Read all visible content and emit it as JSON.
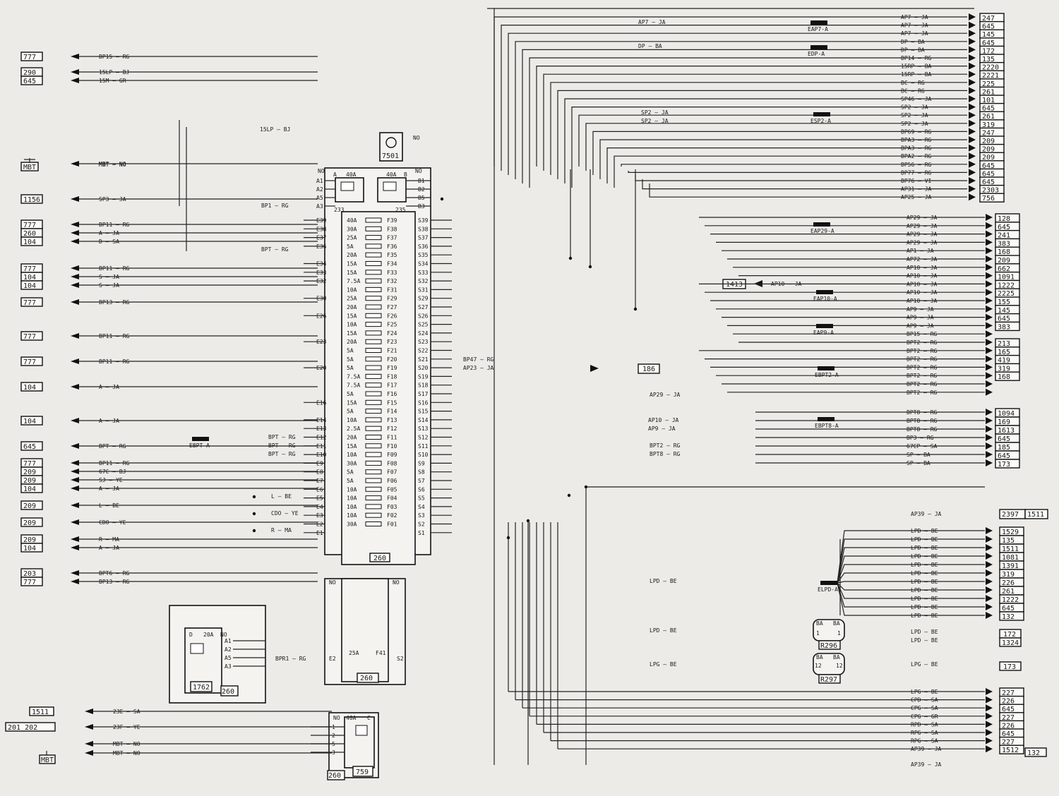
{
  "fusebox": {
    "id": "260",
    "relay_a": {
      "id": "233",
      "rating": "40A"
    },
    "relay_b": {
      "id": "235",
      "rating": "40A"
    },
    "corner_a": "A",
    "corner_b": "B",
    "no": "NO",
    "inputs_top": [
      "A1",
      "A2",
      "A5",
      "A3"
    ],
    "outputs_top": [
      "B1",
      "B2",
      "B5",
      "B3"
    ],
    "fuses": [
      {
        "f": "F39",
        "a": "40A",
        "in": "E39",
        "out": "S39"
      },
      {
        "f": "F38",
        "a": "30A",
        "in": "E38",
        "out": "S38"
      },
      {
        "f": "F37",
        "a": "25A",
        "in": "E37",
        "out": "S37"
      },
      {
        "f": "F36",
        "a": "5A",
        "in": "E36",
        "out": "S36"
      },
      {
        "f": "F35",
        "a": "20A",
        "in": "",
        "out": "S35"
      },
      {
        "f": "F34",
        "a": "15A",
        "in": "E34",
        "out": "S34"
      },
      {
        "f": "F33",
        "a": "15A",
        "in": "E33",
        "out": "S33"
      },
      {
        "f": "F32",
        "a": "7.5A",
        "in": "E32",
        "out": "S32"
      },
      {
        "f": "F31",
        "a": "10A",
        "in": "",
        "out": "S31"
      },
      {
        "f": "F29",
        "a": "25A",
        "in": "E30",
        "out": "S29"
      },
      {
        "f": "F27",
        "a": "20A",
        "in": "",
        "out": "S27"
      },
      {
        "f": "F26",
        "a": "15A",
        "in": "E26",
        "out": "S26"
      },
      {
        "f": "F25",
        "a": "10A",
        "in": "",
        "out": "S25"
      },
      {
        "f": "F24",
        "a": "15A",
        "in": "",
        "out": "S24"
      },
      {
        "f": "F23",
        "a": "20A",
        "in": "E23",
        "out": "S23"
      },
      {
        "f": "F21",
        "a": "5A",
        "in": "",
        "out": "S22"
      },
      {
        "f": "F20",
        "a": "5A",
        "in": "",
        "out": "S21"
      },
      {
        "f": "F19",
        "a": "5A",
        "in": "E20",
        "out": "S20"
      },
      {
        "f": "F18",
        "a": "7.5A",
        "in": "",
        "out": "S19"
      },
      {
        "f": "F17",
        "a": "7.5A",
        "in": "",
        "out": "S18"
      },
      {
        "f": "F16",
        "a": "5A",
        "in": "",
        "out": "S17"
      },
      {
        "f": "F15",
        "a": "15A",
        "in": "E16",
        "out": "S16"
      },
      {
        "f": "F14",
        "a": "5A",
        "in": "",
        "out": "S15"
      },
      {
        "f": "F13",
        "a": "10A",
        "in": "E14",
        "out": "S14"
      },
      {
        "f": "F12",
        "a": "2.5A",
        "in": "E13",
        "out": "S13"
      },
      {
        "f": "F11",
        "a": "20A",
        "in": "E12",
        "out": "S12"
      },
      {
        "f": "F10",
        "a": "15A",
        "in": "E11",
        "out": "S11"
      },
      {
        "f": "F09",
        "a": "10A",
        "in": "E10",
        "out": "S10"
      },
      {
        "f": "F08",
        "a": "30A",
        "in": "E9",
        "out": "S9"
      },
      {
        "f": "F07",
        "a": "5A",
        "in": "E8",
        "out": "S8"
      },
      {
        "f": "F06",
        "a": "5A",
        "in": "E7",
        "out": "S7"
      },
      {
        "f": "F05",
        "a": "10A",
        "in": "E6",
        "out": "S6"
      },
      {
        "f": "F04",
        "a": "10A",
        "in": "E5",
        "out": "S5"
      },
      {
        "f": "F03",
        "a": "10A",
        "in": "E4",
        "out": "S4"
      },
      {
        "f": "F02",
        "a": "10A",
        "in": "E3",
        "out": "S3"
      },
      {
        "f": "F01",
        "a": "30A",
        "in": "E2",
        "out": "S2"
      },
      {
        "f": "",
        "a": "",
        "in": "E1",
        "out": "S1"
      }
    ]
  },
  "left_wires": [
    {
      "tag": "777",
      "sig": "BP15",
      "col": "RG"
    },
    {
      "tag": "290",
      "sig": "15LP",
      "col": "BJ"
    },
    {
      "tag": "645",
      "sig": "15M",
      "col": "GR"
    },
    {
      "tag": "MBT",
      "sig": "MBT",
      "col": "NO"
    },
    {
      "tag": "1156",
      "sig": "SP3",
      "col": "JA"
    },
    {
      "tag": "777",
      "sig": "BP11",
      "col": "RG"
    },
    {
      "tag": "260",
      "sig": "A",
      "col": "JA"
    },
    {
      "tag": "104",
      "sig": "D",
      "col": "SA"
    },
    {
      "tag": "777",
      "sig": "BP11",
      "col": "RG"
    },
    {
      "tag": "104",
      "sig": "S",
      "col": "JA"
    },
    {
      "tag": "104",
      "sig": "S",
      "col": "JA"
    },
    {
      "tag": "777",
      "sig": "BP13",
      "col": "RG"
    },
    {
      "tag": "777",
      "sig": "BP11",
      "col": "RG"
    },
    {
      "tag": "777",
      "sig": "BP11",
      "col": "RG"
    },
    {
      "tag": "104",
      "sig": "A",
      "col": "JA"
    },
    {
      "tag": "104",
      "sig": "A",
      "col": "JA"
    },
    {
      "tag": "645",
      "sig": "BPT",
      "col": "RG"
    },
    {
      "tag": "777",
      "sig": "BP11",
      "col": "RG"
    },
    {
      "tag": "209",
      "sig": "67C",
      "col": "BJ"
    },
    {
      "tag": "209",
      "sig": "SJ",
      "col": "YE"
    },
    {
      "tag": "104",
      "sig": "A",
      "col": "JA"
    },
    {
      "tag": "209",
      "sig": "L",
      "col": "BE"
    },
    {
      "tag": "209",
      "sig": "CDO",
      "col": "YE"
    },
    {
      "tag": "209",
      "sig": "R",
      "col": "MA"
    },
    {
      "tag": "104",
      "sig": "A",
      "col": "JA"
    },
    {
      "tag": "203",
      "sig": "BPT6",
      "col": "RG"
    },
    {
      "tag": "777",
      "sig": "BP13",
      "col": "RG"
    }
  ],
  "splices": [
    "EBPT-A",
    "EAP7-A",
    "EDP-A",
    "ESP2-A",
    "EAP29-A",
    "EAP10-A",
    "EAP9-A",
    "EBPT2-A",
    "EBPT8-A",
    "ELPD-A"
  ],
  "right_top": {
    "signals": [
      "AP7",
      "AP7",
      "AP7",
      "DP",
      "DP",
      "BP14",
      "15RP",
      "15RP",
      "BC",
      "BC",
      "SP46",
      "SP2",
      "SP2",
      "SP2",
      "BP69",
      "BPA3",
      "BPA3",
      "BPA2",
      "BP56",
      "BP77",
      "BP76",
      "AP31",
      "AP25"
    ],
    "colors": [
      "JA",
      "JA",
      "JA",
      "BA",
      "BA",
      "RG",
      "BA",
      "BA",
      "RG",
      "RG",
      "JA",
      "JA",
      "JA",
      "JA",
      "RG",
      "RG",
      "RG",
      "RG",
      "RG",
      "RG",
      "VI",
      "JA",
      "JA"
    ],
    "targets": [
      "247",
      "645",
      "145",
      "645",
      "172",
      "135",
      "2220",
      "2221",
      "225",
      "261",
      "101",
      "645",
      "261",
      "319",
      "247",
      "209",
      "209",
      "209",
      "645",
      "645",
      "645",
      "2303",
      "756"
    ]
  },
  "right_mid": {
    "signals": [
      "AP29",
      "AP29",
      "AP29",
      "AP29",
      "AP1",
      "AP72",
      "AP10",
      "AP10",
      "AP10",
      "AP10",
      "AP10",
      "AP9",
      "AP9",
      "AP9",
      "BP15",
      "BPT2",
      "BPT2",
      "BPT2",
      "BPT2",
      "BPT2",
      "BPT2",
      "BPT2"
    ],
    "colors": [
      "JA",
      "JA",
      "JA",
      "JA",
      "JA",
      "JA",
      "JA",
      "JA",
      "JA",
      "JA",
      "JA",
      "JA",
      "JA",
      "JA",
      "RG",
      "RG",
      "RG",
      "RG",
      "RG",
      "RG",
      "RG",
      "RG"
    ],
    "targets": [
      "128",
      "645",
      "241",
      "383",
      "168",
      "209",
      "662",
      "1091",
      "1222",
      "2225",
      "155",
      "145",
      "645",
      "383",
      "",
      "213",
      "165",
      "419",
      "319",
      "168",
      "",
      ""
    ]
  },
  "right_low": {
    "signals": [
      "BPT8",
      "BPT8",
      "BPT8",
      "BP3",
      "67CP",
      "SP",
      "SP"
    ],
    "colors": [
      "RG",
      "RG",
      "RG",
      "RG",
      "SA",
      "BA",
      "BA"
    ],
    "targets": [
      "1094",
      "169",
      "1613",
      "645",
      "185",
      "645",
      "173"
    ]
  },
  "lpd": {
    "signal": "LPD",
    "color": "BE",
    "targets": [
      "1529",
      "135",
      "1511",
      "1081",
      "1391",
      "319",
      "226",
      "261",
      "1222",
      "645",
      "132"
    ]
  },
  "bottom_right": {
    "signals": [
      "LPG",
      "CPD",
      "CPG",
      "CPG",
      "RPD",
      "RPG",
      "RPG",
      "AP39"
    ],
    "colors": [
      "BE",
      "SA",
      "SA",
      "GR",
      "SA",
      "SA",
      "SA",
      "JA"
    ],
    "targets": [
      "227",
      "226",
      "645",
      "227",
      "226",
      "645",
      "227",
      "1512"
    ],
    "extra": "132"
  },
  "labels": {
    "ap7": "AP7 — JA",
    "dp": "DP — BA",
    "sp2a": "SP2 — JA",
    "sp2b": "SP2 — JA",
    "lp15": "15LP — BJ",
    "mbt": "MBT — NO",
    "bp1": "BP1 — RG",
    "bpt": "BPT — RG",
    "bp47": "BP47 — RG",
    "ap23": "AP23 — JA",
    "t186": "186",
    "ap29": "AP29 — JA",
    "ap10": "AP10 — JA",
    "ap9": "AP9 — JA",
    "bpt2": "BPT2 — RG",
    "bpt8": "BPT8 — RG",
    "ap10l": "AP10 — JA",
    "t1413": "1413",
    "ap39": "AP39 — JA",
    "t2397": "2397",
    "t1511": "1511",
    "lpd1": "LPD — BE",
    "lpd2": "LPD — BE",
    "lpg": "LPG — BE",
    "r296": "R296",
    "r297": "R297",
    "ba": "BA",
    "n1": "1",
    "n12": "12",
    "lpdo1": "LPD — BE",
    "lpdo2": "LPD — BE",
    "lpgo": "LPG — BE",
    "t172": "172",
    "t1324": "1324",
    "t173": "173",
    "ap39b": "AP39 — JA",
    "comp7501": "7501",
    "no": "NO",
    "lbe": "L — BE",
    "cdo": "CDO — YE",
    "rma": "R — MA",
    "bpt_rg1": "BPT — RG",
    "bpt_rg2": "BPT — RG",
    "bpt_rg3": "BPT — RG"
  },
  "box2": {
    "id": "260",
    "fuse": "F41",
    "rating": "25A",
    "in": "E2",
    "out": "S2",
    "no": "NO",
    "wire": "BPR1 — RG"
  },
  "relay1762": {
    "id": "1762",
    "box": "260",
    "d": "D",
    "rating": "20A",
    "no": "NO",
    "pins": [
      "A1",
      "A2",
      "A5",
      "A3"
    ]
  },
  "relay759": {
    "id": "759",
    "box": "260",
    "rating": "40A",
    "no": "NO",
    "c": "C",
    "pins": [
      "1",
      "2",
      "5",
      "3"
    ]
  },
  "bottom_left": [
    {
      "tag": "1511",
      "sig": "23E",
      "col": "SA"
    },
    {
      "tag": "201 202",
      "sig": "23F",
      "col": "YE"
    },
    {
      "tag": "MBT",
      "sig": "MBT",
      "col": "NO"
    },
    {
      "tag": "",
      "sig": "MBT",
      "col": "NO"
    }
  ]
}
